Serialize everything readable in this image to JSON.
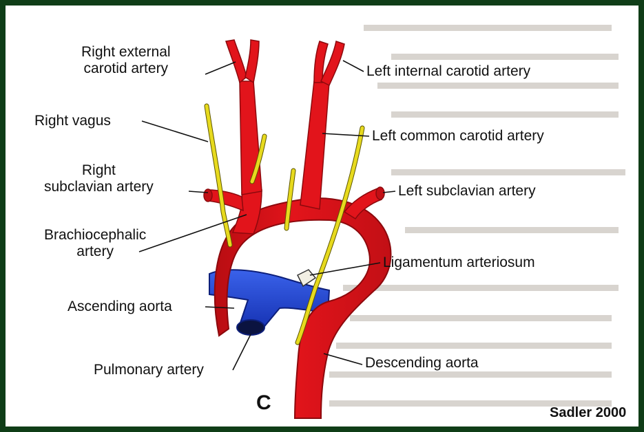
{
  "colors": {
    "artery": "#e2141b",
    "pulmonary": "#1c3fd0",
    "nerve": "#e7da1e",
    "frame": "#0f3d17"
  },
  "labels": {
    "right_external_carotid": "Right external\ncarotid artery",
    "left_internal_carotid": "Left internal carotid artery",
    "right_vagus": "Right vagus",
    "left_common_carotid": "Left common carotid artery",
    "right_subclavian": "Right\nsubclavian artery",
    "left_subclavian": "Left subclavian artery",
    "brachiocephalic": "Brachiocephalic\nartery",
    "ligamentum": "Ligamentum arteriosum",
    "ascending_aorta": "Ascending aorta",
    "descending_aorta": "Descending aorta",
    "pulmonary_artery": "Pulmonary artery"
  },
  "panel_letter": "C",
  "credit": "Sadler 2000"
}
